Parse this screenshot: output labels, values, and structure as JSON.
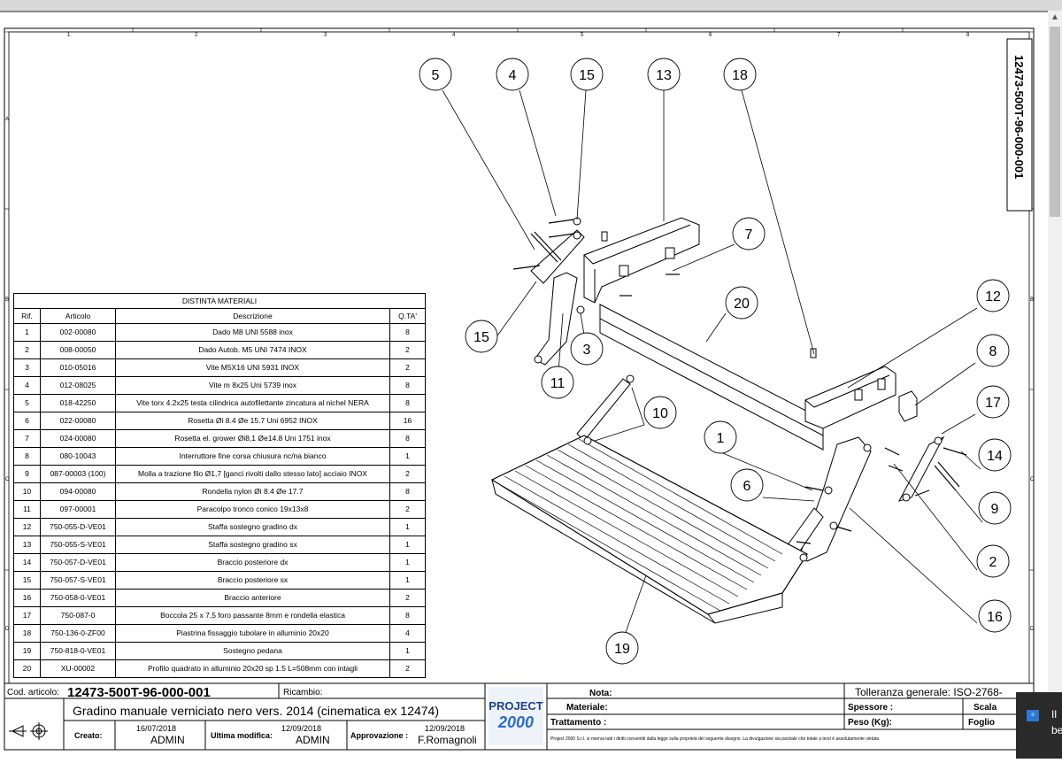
{
  "drawing": {
    "vertical_code": "12473-500T-96-000-001",
    "grid_columns": [
      "1",
      "2",
      "3",
      "4",
      "5",
      "6",
      "7",
      "8"
    ],
    "grid_rows": [
      "A",
      "B",
      "C",
      "D"
    ]
  },
  "balloons": [
    "5",
    "4",
    "15",
    "13",
    "18",
    "7",
    "20",
    "12",
    "15",
    "3",
    "11",
    "8",
    "10",
    "17",
    "1",
    "14",
    "6",
    "9",
    "2",
    "16",
    "19"
  ],
  "bom": {
    "title": "DISTINTA MATERIALI",
    "headers": [
      "Rif.",
      "Articolo",
      "Descrizione",
      "Q.TA'"
    ],
    "rows": [
      [
        "1",
        "002-00080",
        "Dado M8 UNI 5588 inox",
        "8"
      ],
      [
        "2",
        "008-00050",
        "Dado Autob. M5 UNI 7474 INOX",
        "2"
      ],
      [
        "3",
        "010-05016",
        "Vite M5X16 UNI 5931 INOX",
        "2"
      ],
      [
        "4",
        "012-08025",
        "Vite m 8x25 Uni 5739 inox",
        "8"
      ],
      [
        "5",
        "018-42250",
        "Vite torx 4.2x25 testa cilindrica autofilettante zincatura al nichel NERA",
        "8"
      ],
      [
        "6",
        "022-00080",
        "Rosetta Øi 8.4 Øe 15.7 Uni 6952 INOX",
        "16"
      ],
      [
        "7",
        "024-00080",
        "Rosetta el. grower Øi8,1 Øe14.8 Uni 1751 inox",
        "8"
      ],
      [
        "8",
        "080-10043",
        "Interruttore fine corsa chiusura nc/na bianco",
        "1"
      ],
      [
        "9",
        "087-00003 (100)",
        "Molla a trazione filo Ø1,7 [ganci rivolti dallo stesso lato] acciaio INOX",
        "2"
      ],
      [
        "10",
        "094-00080",
        "Rondella nylon  Øi 8.4   Øe 17.7",
        "8"
      ],
      [
        "11",
        "097-00001",
        "Paracolpo tronco conico 19x13x8",
        "2"
      ],
      [
        "12",
        "750-055-D-VE01",
        "Staffa sostegno gradino dx",
        "1"
      ],
      [
        "13",
        "750-055-S-VE01",
        "Staffa sostegno gradino sx",
        "1"
      ],
      [
        "14",
        "750-057-D-VE01",
        "Braccio posteriore dx",
        "1"
      ],
      [
        "15",
        "750-057-S-VE01",
        "Braccio posteriore sx",
        "1"
      ],
      [
        "16",
        "750-058-0-VE01",
        "Braccio anteriore",
        "2"
      ],
      [
        "17",
        "750-087-0",
        "Boccola 25 x 7,5  foro passante 8mm e rondella elastica",
        "8"
      ],
      [
        "18",
        "750-136-0-ZF00",
        "Piastrina fissaggio tubolare in alluminio 20x20",
        "4"
      ],
      [
        "19",
        "750-818-0-VE01",
        "Sostegno pedana",
        "1"
      ],
      [
        "20",
        "XU-00002",
        "Profilo quadrato in alluminio 20x20 sp 1.5 L=508mm con intagli",
        "2"
      ]
    ]
  },
  "title_block": {
    "cod_label": "Cod. articolo:",
    "cod_value": "12473-500T-96-000-001",
    "ricambio_label": "Ricambio:",
    "description": "Gradino manuale verniciato nero vers. 2014 (cinematica ex 12474)",
    "creato_label": "Creato:",
    "creato_date": "16/07/2018",
    "creato_user": "ADMIN",
    "modifica_label": "Ultima modifica:",
    "modifica_date": "12/09/2018",
    "modifica_user": "ADMIN",
    "approvazione_label": "Approvazione :",
    "approvazione_date": "12/09/2018",
    "approvazione_user": "F.Romagnoli",
    "logo_top": "PROJECT",
    "logo_bottom": "2000",
    "nota_label": "Nota:",
    "materiale_label": "Materiale:",
    "trattamento_label": "Trattamento :",
    "tolleranza": "Tolleranza generale: ISO-2768-",
    "spessore_label": "Spessore :",
    "scala_label": "Scala",
    "peso_label": "Peso (Kg):",
    "foglio_label": "Foglio",
    "disclaimer": "Project 2000 S.r.l. si riserva tutti i diritti consentiti dalla legge sulla proprietà del seguente disegno. La divulgazione sia parziale che totale a terzi è assolutamente vietata"
  },
  "notification": {
    "line1": "Il",
    "line2": "be"
  }
}
